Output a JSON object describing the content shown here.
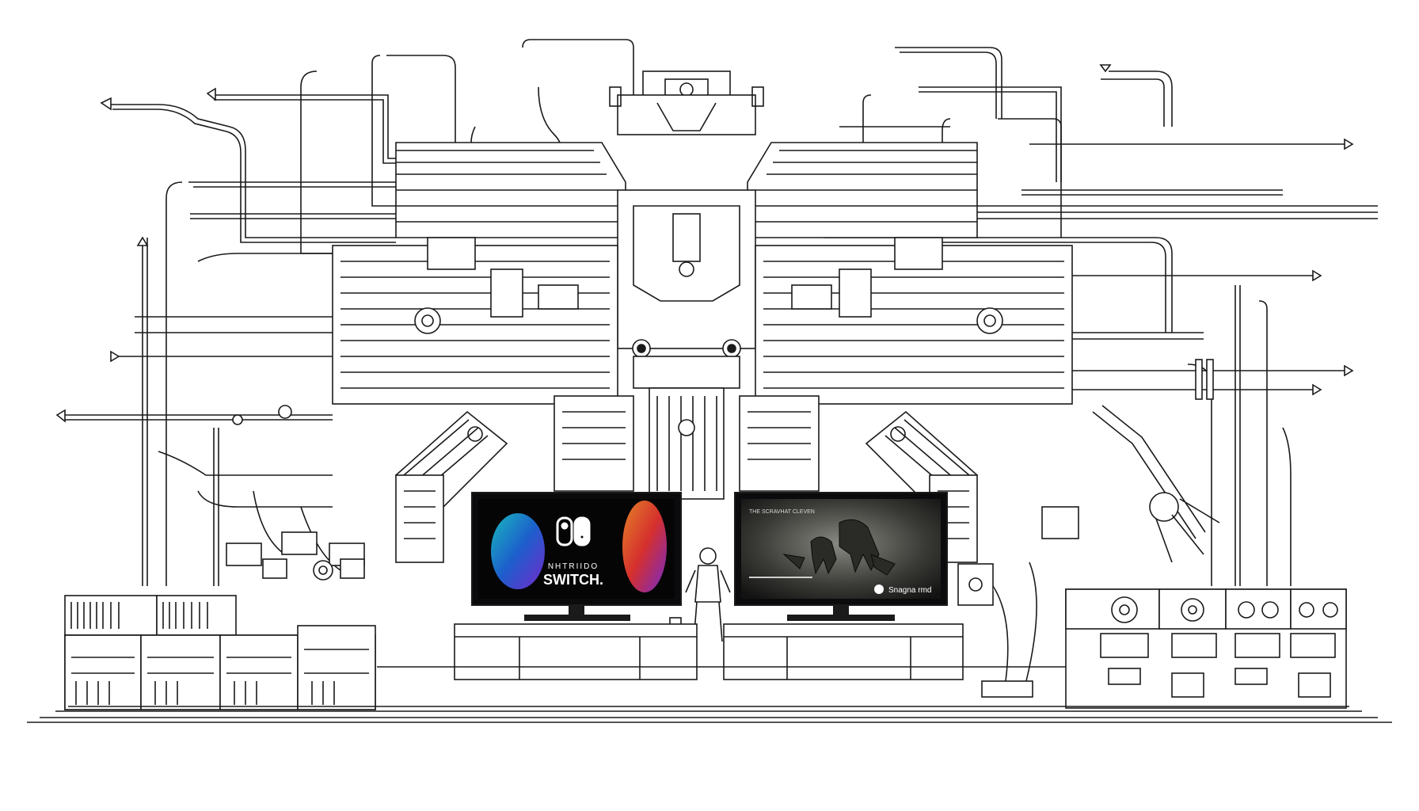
{
  "scene": {
    "ink": "#1a1a1a",
    "paper": "#ffffff",
    "screen_bg": "#0b0b0d"
  },
  "left_monitor": {
    "brand_line1": "NHTRIIDO",
    "brand_line2": "SWITCH.",
    "logo_icon": "switch-logo-icon",
    "gradient_colors": [
      "#1e63d6",
      "#19c3c8",
      "#7a2bd6",
      "#e0322f",
      "#f08a2a"
    ]
  },
  "right_monitor": {
    "caption_top": "THE SCRAVHAT CLEVEN",
    "caption_bottom": "Snagna rmd",
    "button_icon": "round-button-icon"
  }
}
